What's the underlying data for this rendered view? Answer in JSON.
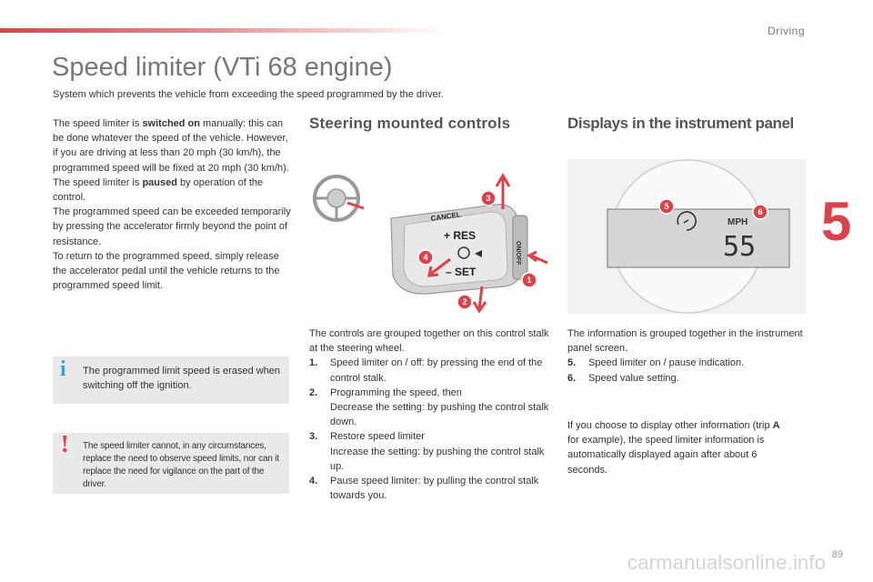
{
  "header": {
    "section": "Driving",
    "chapter": "5"
  },
  "page": {
    "title": "Speed limiter (VTi 68 engine)",
    "subtitle": "System which prevents the vehicle from exceeding the speed programmed by the driver.",
    "number": "89"
  },
  "intro": {
    "p1_a": "The speed limiter is ",
    "p1_bold": "switched on",
    "p1_b": " manually: this can be done whatever the speed of the vehicle. However, if you are driving at less than 20 mph (30 km/h), the programmed speed will be fixed at 20 mph (30 km/h).",
    "p2_a": "The speed limiter is ",
    "p2_bold": "paused",
    "p2_b": " by operation of the control.",
    "p3": "The programmed speed can be exceeded temporarily by pressing the accelerator firmly beyond the point of resistance.",
    "p4": "To return to the programmed speed, simply release the accelerator pedal until the vehicle returns to the programmed speed limit."
  },
  "notes": {
    "info_icon": "i",
    "info_text": "The programmed limit speed is erased when switching off the ignition.",
    "warn_icon": "!",
    "warn_text": "The speed limiter cannot, in any circumstances, replace the need to observe speed limits, nor can it replace the need for vigilance on the part of the driver."
  },
  "steering": {
    "heading": "Steering mounted controls",
    "intro": "The controls are grouped together on this control stalk at the steering wheel.",
    "items": [
      {
        "num": "1.",
        "text": "Speed limiter on / off: by pressing the end of the control stalk."
      },
      {
        "num": "2.",
        "text": "Programming the speed, then",
        "sub": "Decrease the setting: by pushing the control stalk down."
      },
      {
        "num": "3.",
        "text": "Restore speed limiter",
        "sub": "Increase the setting: by pushing the control stalk up."
      },
      {
        "num": "4.",
        "text": "Pause speed limiter: by pulling the control stalk towards you."
      }
    ],
    "diagram": {
      "cancel": "CANCEL",
      "res": "+ RES",
      "set": "– SET",
      "onoff": "ON/OFF",
      "callouts": [
        "1",
        "2",
        "3",
        "4"
      ]
    }
  },
  "display": {
    "heading": "Displays in the instrument panel",
    "intro": "The information is grouped together in the instrument panel screen.",
    "items": [
      {
        "num": "5.",
        "text": "Speed limiter on / pause indication."
      },
      {
        "num": "6.",
        "text": "Speed value setting."
      }
    ],
    "extra_a": "If you choose to display other information (trip ",
    "extra_bold": "A",
    "extra_b": " for example), the speed limiter information is automatically displayed again after about 6 seconds.",
    "screen": {
      "unit": "MPH",
      "value": "55",
      "callouts": [
        "5",
        "6"
      ]
    }
  },
  "watermark": "carmanualsonline.info",
  "colors": {
    "accent": "#d9434b",
    "info": "#2aa4d8",
    "note_bg": "#e9e9e9"
  }
}
